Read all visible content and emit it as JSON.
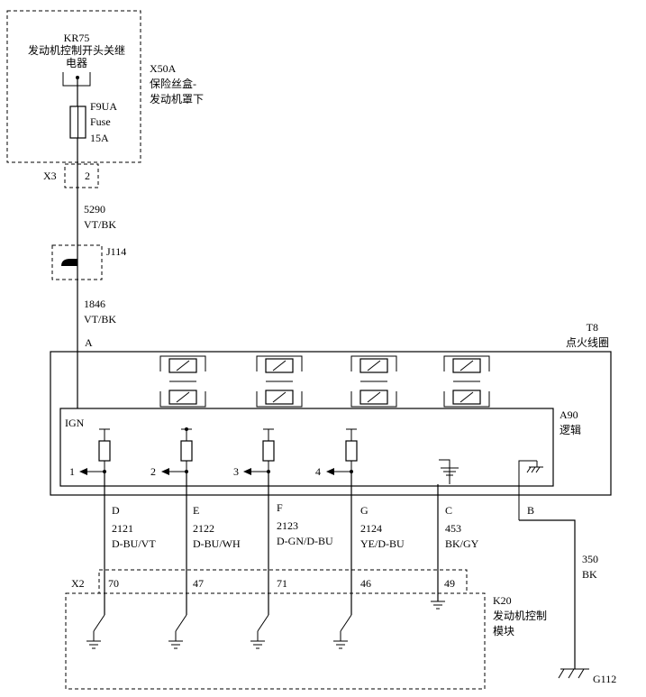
{
  "relay": {
    "id": "KR75",
    "name_line1": "发动机控制开头关继",
    "name_line2": "电器"
  },
  "fuse_block": {
    "id": "X50A",
    "name_line1": "保险丝盒-",
    "name_line2": "发动机罩下"
  },
  "fuse": {
    "id": "F9UA",
    "type": "Fuse",
    "rating": "15A"
  },
  "connector_x3": {
    "id": "X3",
    "pin": "2"
  },
  "wire_5290": {
    "circuit": "5290",
    "color": "VT/BK"
  },
  "splice": {
    "id": "J114"
  },
  "wire_1846": {
    "circuit": "1846",
    "color": "VT/BK"
  },
  "coil": {
    "id": "T8",
    "name": "点火线圈",
    "pin_a": "A"
  },
  "logic": {
    "id": "A90",
    "name": "逻辑",
    "ign": "IGN"
  },
  "channels": [
    {
      "num": "1",
      "pin": "D",
      "circuit": "2121",
      "color": "D-BU/VT",
      "x2_pin": "70"
    },
    {
      "num": "2",
      "pin": "E",
      "circuit": "2122",
      "color": "D-BU/WH",
      "x2_pin": "47"
    },
    {
      "num": "3",
      "pin": "F",
      "circuit": "2123",
      "color": "D-GN/D-BU",
      "x2_pin": "71"
    },
    {
      "num": "4",
      "pin": "G",
      "circuit": "2124",
      "color": "YE/D-BU",
      "x2_pin": "46"
    }
  ],
  "ground_c": {
    "pin": "C",
    "circuit": "453",
    "color": "BK/GY",
    "x2_pin": "49"
  },
  "ground_b": {
    "pin": "B",
    "circuit": "350",
    "color": "BK",
    "ground_id": "G112"
  },
  "connector_x2": {
    "id": "X2"
  },
  "ecm": {
    "id": "K20",
    "name_line1": "发动机控制",
    "name_line2": "模块"
  }
}
